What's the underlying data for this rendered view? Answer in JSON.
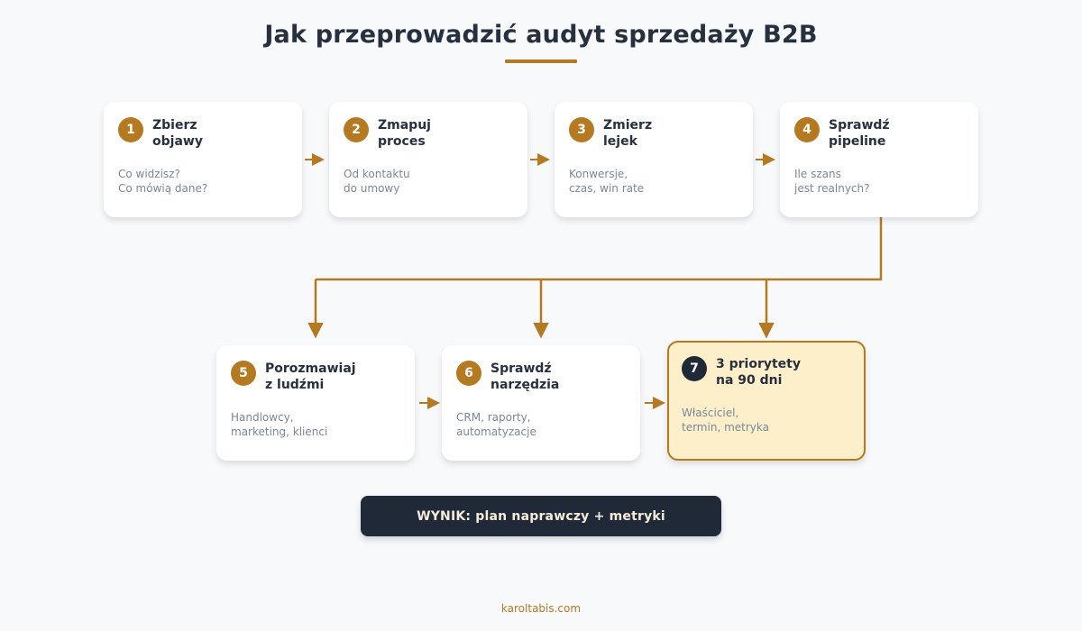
{
  "header": {
    "title": "Jak przeprowadzić audyt sprzedaży B2B",
    "accent_color": "#b5791f"
  },
  "colors": {
    "background": "#f7f9fb",
    "card_background": "#ffffff",
    "highlight_background": "#fcefc9",
    "highlight_border": "#b5791f",
    "connector": "#b5791f",
    "badge": "#b5791f",
    "badge_highlight": "#1f2937",
    "title_text": "#26303f",
    "body_text": "#7b8796",
    "banner_background": "#1f2937",
    "banner_text": "#f6edd8",
    "footer_text": "#b5791f"
  },
  "steps": [
    {
      "number": "1",
      "title": "Zbierz\nobjawy",
      "description": "Co widzisz?\nCo mówią dane?",
      "highlight": false
    },
    {
      "number": "2",
      "title": "Zmapuj\nproces",
      "description": "Od kontaktu\ndo umowy",
      "highlight": false
    },
    {
      "number": "3",
      "title": "Zmierz\nlejek",
      "description": "Konwersje,\nczas, win rate",
      "highlight": false
    },
    {
      "number": "4",
      "title": "Sprawdź\npipeline",
      "description": "Ile szans\njest realnych?",
      "highlight": false
    },
    {
      "number": "5",
      "title": "Porozmawiaj\nz ludźmi",
      "description": "Handlowcy,\nmarketing, klienci",
      "highlight": false
    },
    {
      "number": "6",
      "title": "Sprawdź\nnarzędzia",
      "description": "CRM, raporty,\nautomatyzacje",
      "highlight": false
    },
    {
      "number": "7",
      "title": "3 priorytety\nna 90 dni",
      "description": "Właściciel,\ntermin, metryka",
      "highlight": true
    }
  ],
  "result": {
    "label": "WYNIK: plan naprawczy + metryki"
  },
  "footer": {
    "label": "karoltabis.com"
  }
}
